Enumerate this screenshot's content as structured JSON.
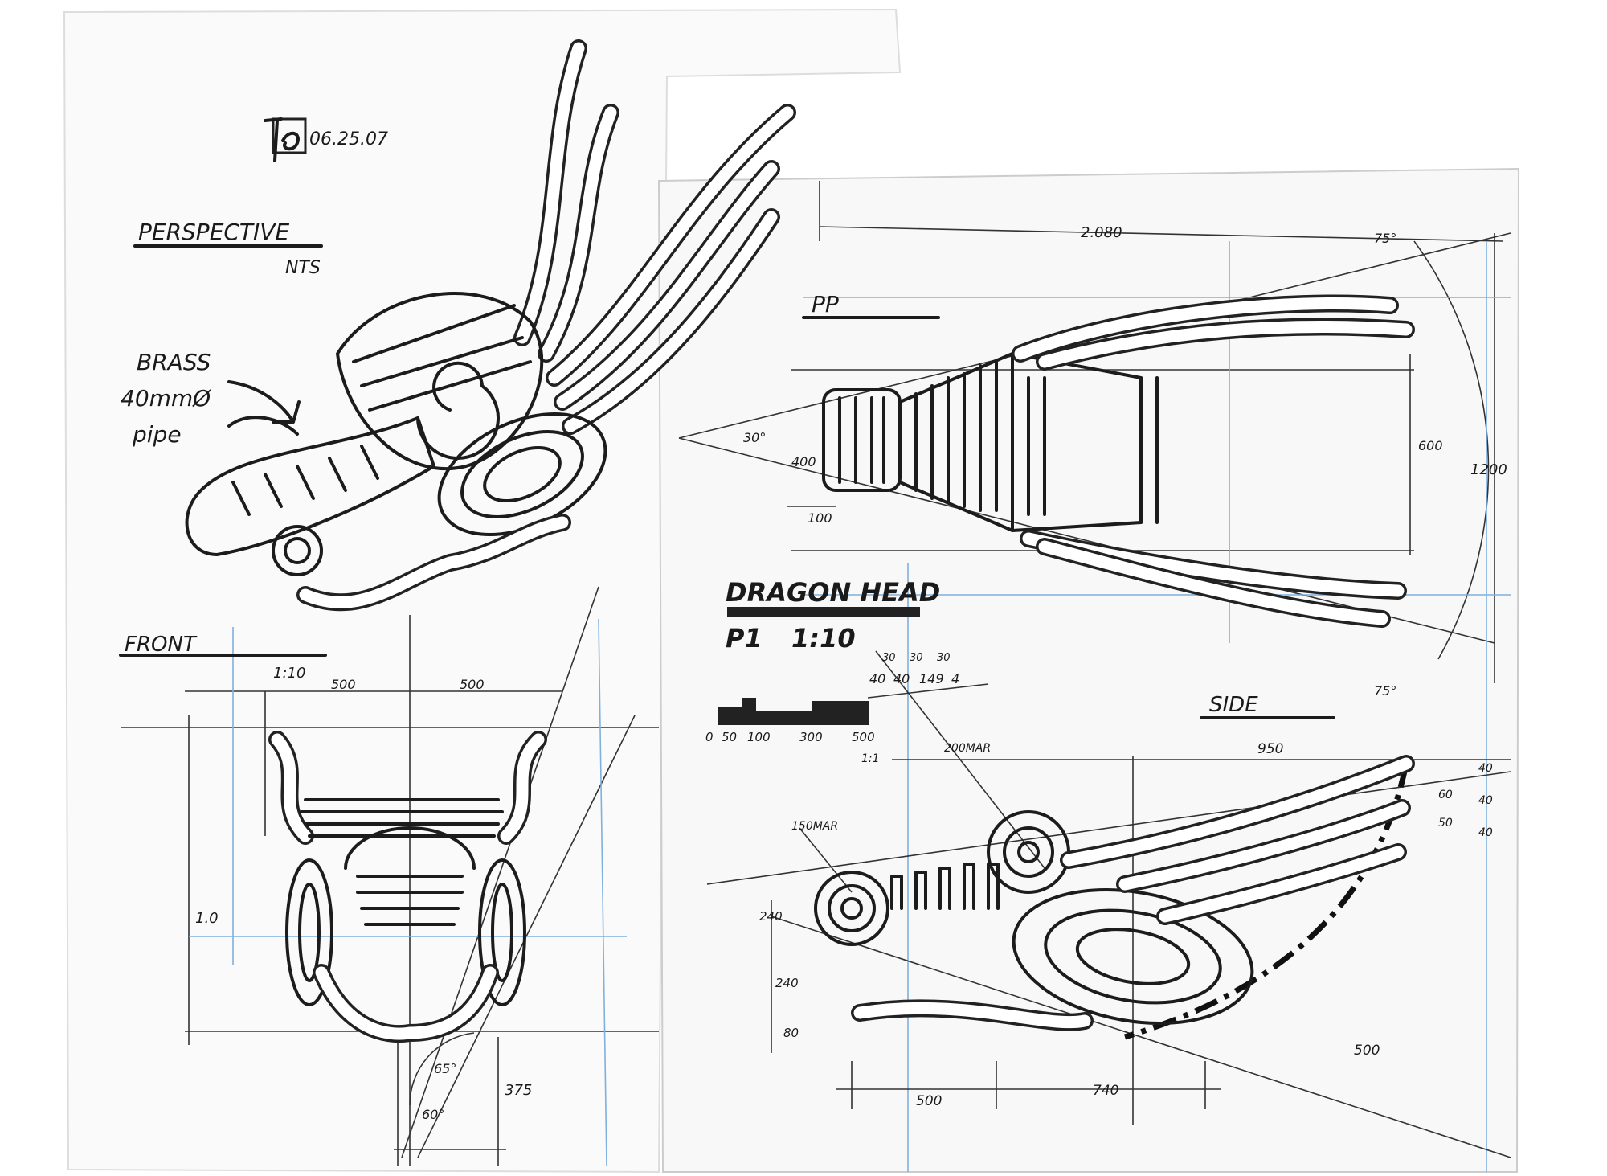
{
  "sheet_left": {
    "monogram": "JS",
    "date": "06.25.07",
    "perspective_title": "PERSPECTIVE",
    "perspective_scale": "NTS",
    "material_note": [
      "BRASS",
      "40mmØ",
      "pipe"
    ],
    "front_title": "FRONT",
    "front_scale": "1:10",
    "front_dims": {
      "left_width": "500",
      "right_width": "500",
      "height": "1.0",
      "offset": "375",
      "angle_a": "65°",
      "angle_b": "60°"
    }
  },
  "sheet_right": {
    "plan_title": "PP",
    "plan_dims": {
      "length": "2.080",
      "angle_top": "75°",
      "angle_bottom": "75°",
      "angle_left": "30°",
      "w400": "400",
      "w100": "100",
      "w600": "600",
      "w1200": "1200"
    },
    "drawing_title": "DRAGON HEAD",
    "sheet_number": "P1",
    "scale": "1:10",
    "scale_bar_labels": [
      "0",
      "50",
      "100",
      "300",
      "500"
    ],
    "scale_bar_note": "1:1",
    "spacing_top": [
      "30",
      "30",
      "30"
    ],
    "spacing_bottom": [
      "40",
      "40",
      "149",
      "4"
    ],
    "side_title": "SIDE",
    "side_dims": {
      "top_length": "950",
      "radius_large": "200MAR",
      "radius_small": "150MAR",
      "h240a": "240",
      "h240b": "240",
      "h80": "80",
      "bottom_left": "500",
      "bottom_right": "740",
      "diag": "500",
      "whisker_gaps": [
        "40",
        "60",
        "40",
        "50",
        "40"
      ]
    }
  }
}
